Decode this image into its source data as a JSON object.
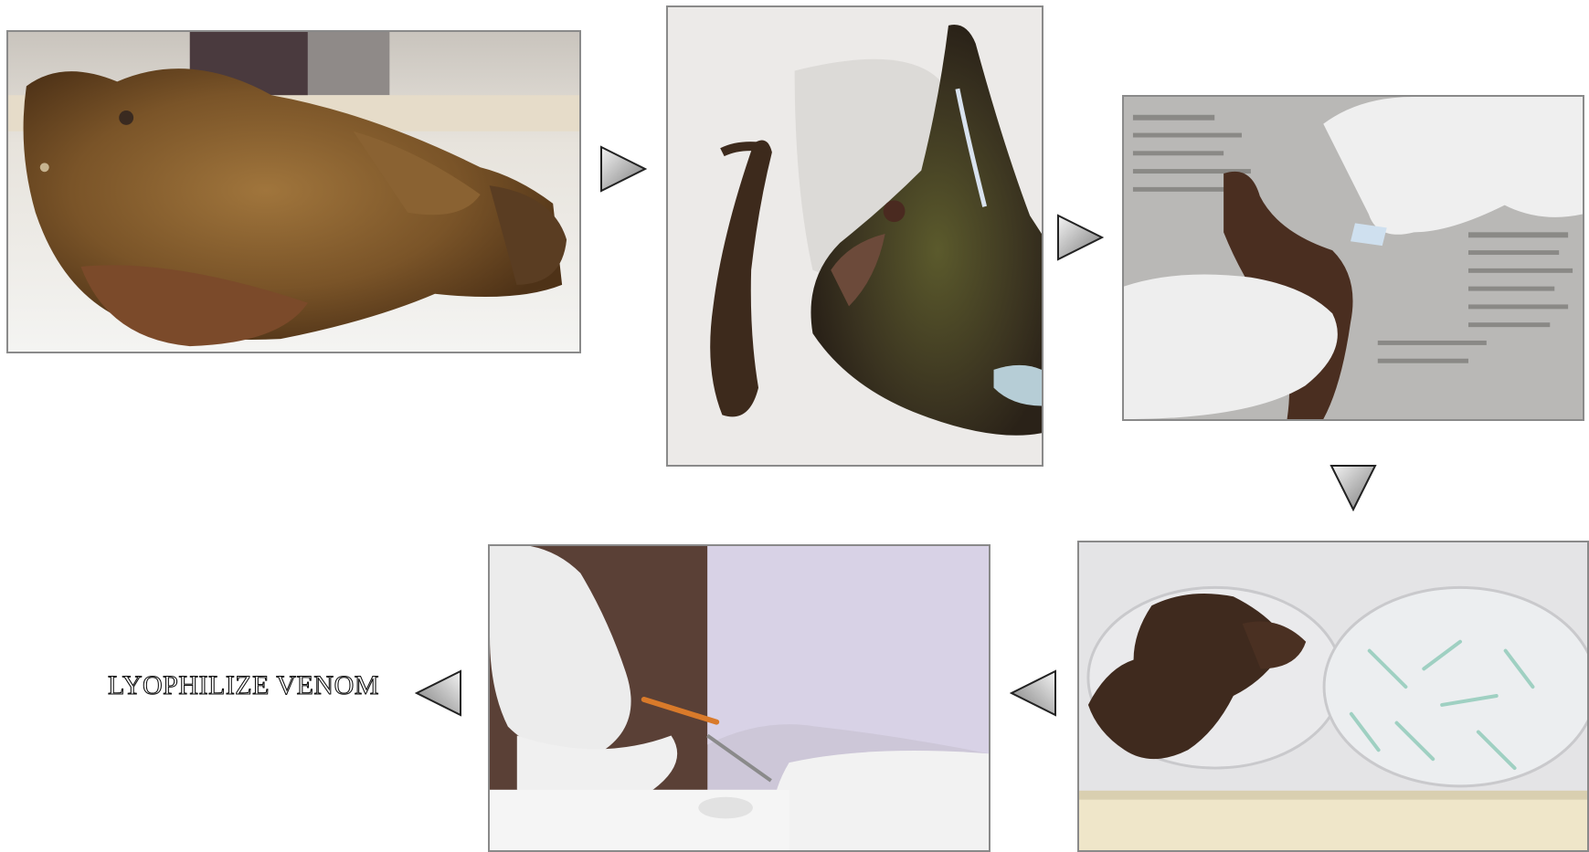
{
  "steps": [
    {
      "id": "whole-stonefish",
      "icon": "stonefish-photo"
    },
    {
      "id": "dissected-spines",
      "icon": "dissected-fish-photo"
    },
    {
      "id": "venom-extraction-gloved-hands",
      "icon": "gloved-hands-photo"
    },
    {
      "id": "venom-glands-in-dishes",
      "icon": "petri-dish-photo"
    },
    {
      "id": "pipetting-venom",
      "icon": "pipette-photo"
    }
  ],
  "arrows": [
    {
      "direction": "right",
      "icon": "triangle-right-icon"
    },
    {
      "direction": "right",
      "icon": "triangle-right-icon"
    },
    {
      "direction": "down",
      "icon": "triangle-down-icon"
    },
    {
      "direction": "left",
      "icon": "triangle-left-icon"
    },
    {
      "direction": "left",
      "icon": "triangle-left-icon"
    }
  ],
  "final_step": {
    "label": "LYOPHILIZE VENOM"
  },
  "colors": {
    "frame_border": "#8a8a8a",
    "arrow_light": "#f2f2f2",
    "arrow_dark": "#7d7d7d",
    "fish_brown": "#6e4a26",
    "glove_white": "#eeeeee"
  }
}
